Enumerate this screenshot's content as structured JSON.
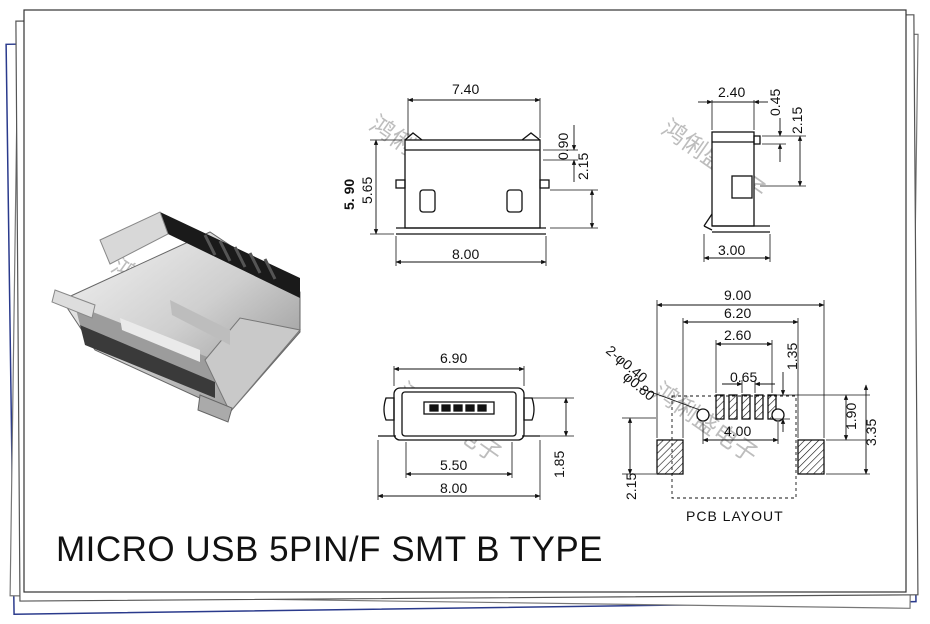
{
  "title": "MICRO USB 5PIN/F SMT B TYPE",
  "watermark": "鸿俐盛电子",
  "pcb_layout_label": "PCB LAYOUT",
  "front_view": {
    "width_top": "7.40",
    "width_bottom": "8.00",
    "height_total": "5. 90",
    "height_body": "5.65",
    "dim_side_1": "0.90",
    "dim_side_2": "2.15"
  },
  "side_view": {
    "width_top": "2.40",
    "width_bottom": "3.00",
    "dim_1": "0.45",
    "dim_2": "2.15"
  },
  "top_view": {
    "width_top": "6.90",
    "width_mid": "5.50",
    "width_bottom": "8.00",
    "height": "1.85"
  },
  "pcb": {
    "w_total": "9.00",
    "w_pads": "6.20",
    "w_pins": "2.60",
    "pin_pitch": "0.65",
    "hole_span": "4.00",
    "pin_len": "1.35",
    "hole_label_1": "2-φ0.40",
    "hole_label_2": "φ0.80",
    "dim_right_1": "1.90",
    "dim_right_2": "3.35",
    "dim_left": "2.15"
  },
  "colors": {
    "line": "#111111",
    "watermark": "#bdbdbd",
    "frame": "#2a3a8c"
  }
}
